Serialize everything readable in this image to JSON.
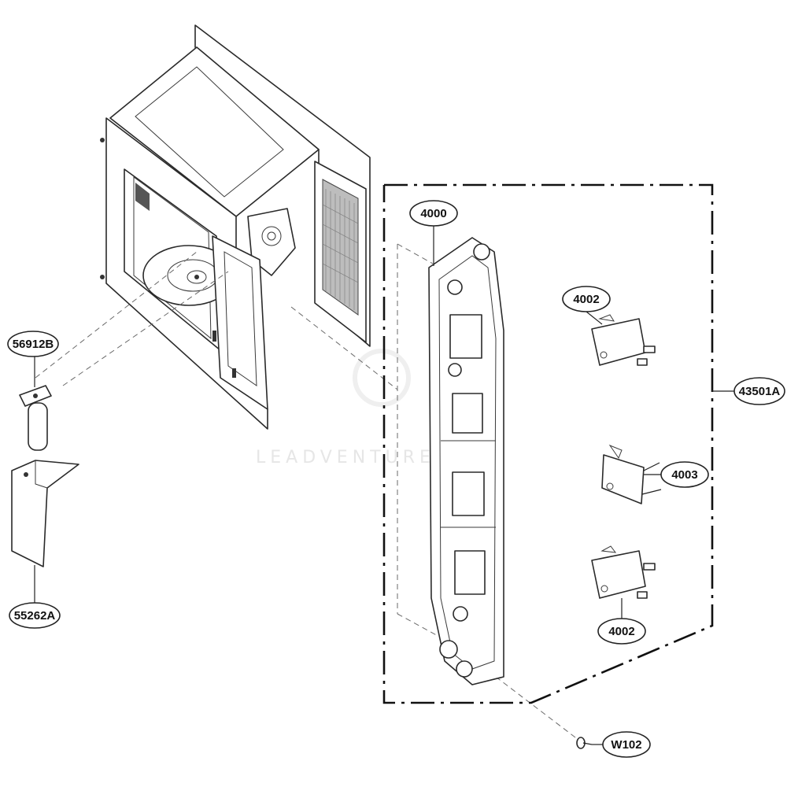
{
  "parts": {
    "p4000": "4000",
    "p4002_top": "4002",
    "p4003": "4003",
    "p4002_bottom": "4002",
    "p43501A": "43501A",
    "p56912B": "56912B",
    "p55262A": "55262A",
    "pW102": "W102"
  },
  "watermark": "LEADVENTURE",
  "colors": {
    "line": "#2a2a2a",
    "background": "#ffffff"
  }
}
